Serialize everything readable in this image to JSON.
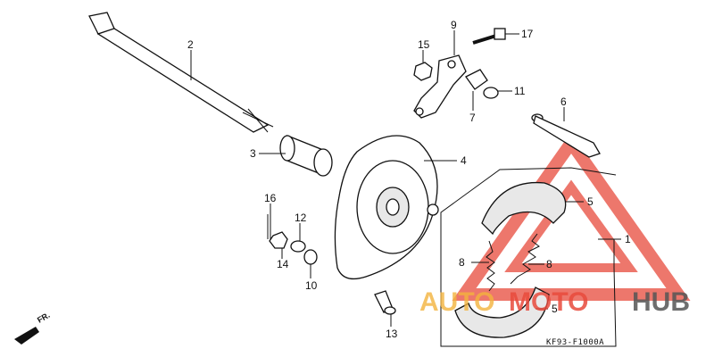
{
  "diagram": {
    "callouts": [
      {
        "id": "1",
        "text": "1"
      },
      {
        "id": "2",
        "text": "2"
      },
      {
        "id": "3",
        "text": "3"
      },
      {
        "id": "4",
        "text": "4"
      },
      {
        "id": "5a",
        "text": "5"
      },
      {
        "id": "5b",
        "text": "5"
      },
      {
        "id": "6",
        "text": "6"
      },
      {
        "id": "7",
        "text": "7"
      },
      {
        "id": "8a",
        "text": "8"
      },
      {
        "id": "8b",
        "text": "8"
      },
      {
        "id": "9",
        "text": "9"
      },
      {
        "id": "10",
        "text": "10"
      },
      {
        "id": "11",
        "text": "11"
      },
      {
        "id": "12",
        "text": "12"
      },
      {
        "id": "13",
        "text": "13"
      },
      {
        "id": "14",
        "text": "14"
      },
      {
        "id": "15",
        "text": "15"
      },
      {
        "id": "16",
        "text": "16"
      },
      {
        "id": "17",
        "text": "17"
      }
    ],
    "diagram_code": "KF93-F1000A",
    "direction_label": "FR.",
    "watermark": {
      "part1": "AUTO",
      "part2": "MOTO",
      "part3": "HUB",
      "color_gold": "#f2b33d",
      "color_red": "#e84a3c",
      "color_gray": "#555555"
    }
  }
}
